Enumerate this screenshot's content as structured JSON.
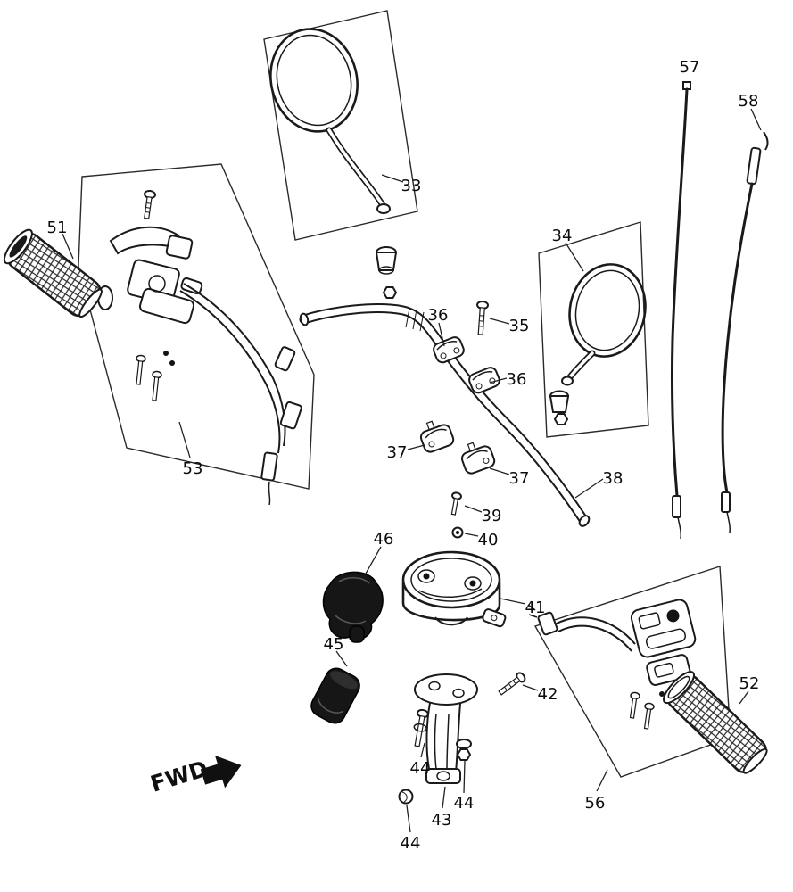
{
  "diagram": {
    "fwd": "FWD",
    "colors": {
      "ink": "#1a1a1a",
      "paper": "#ffffff",
      "rubber": "#161616"
    },
    "labels": {
      "n33": "33",
      "n34": "34",
      "n35": "35",
      "n36a": "36",
      "n36b": "36",
      "n37a": "37",
      "n37b": "37",
      "n38": "38",
      "n39": "39",
      "n40": "40",
      "n41": "41",
      "n42": "42",
      "n43": "43",
      "n44a": "44",
      "n44b": "44",
      "n44c": "44",
      "n45": "45",
      "n46": "46",
      "n51": "51",
      "n52": "52",
      "n53": "53",
      "n56": "56",
      "n57": "57",
      "n58": "58"
    }
  }
}
